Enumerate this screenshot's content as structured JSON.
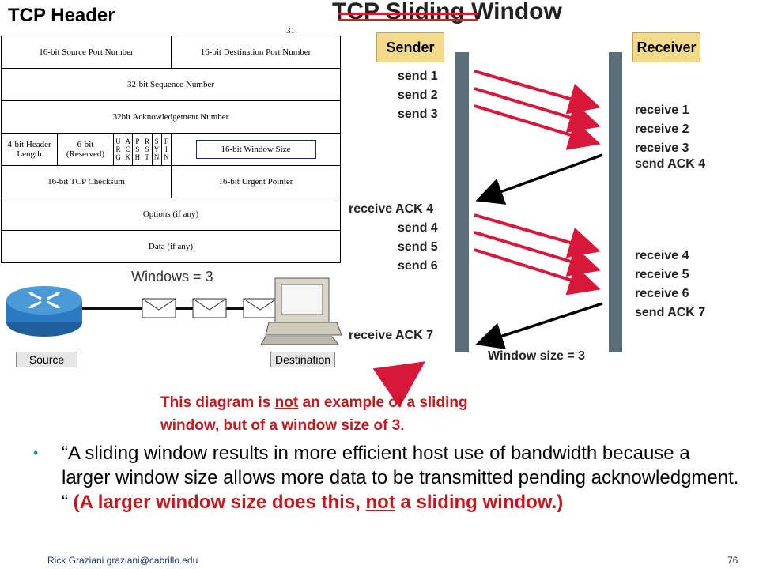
{
  "titles": {
    "left": "TCP Header",
    "right": "TCP Sliding Window"
  },
  "tcp_header": {
    "bit_numbers": [
      "31"
    ],
    "source_port": "16-bit Source Port Number",
    "dest_port": "16-bit Destination Port Number",
    "seq": "32-bit Sequence Number",
    "ack": "32bit Acknowledgement Number",
    "header_length_1": "4-bit Header",
    "header_length_2": "Length",
    "reserved_1": "6-bit",
    "reserved_2": "(Reserved)",
    "flags": [
      [
        "U",
        "R",
        "G"
      ],
      [
        "A",
        "C",
        "K"
      ],
      [
        "P",
        "S",
        "H"
      ],
      [
        "R",
        "S",
        "T"
      ],
      [
        "S",
        "Y",
        "N"
      ],
      [
        "F",
        "I",
        "N"
      ]
    ],
    "window_size": "16-bit Window Size",
    "checksum": "16-bit TCP Checksum",
    "urgent": "16-bit Urgent Pointer",
    "options": "Options (if any)",
    "data": "Data (if any)"
  },
  "network": {
    "windows_label": "Windows = 3",
    "source_label": "Source",
    "destination_label": "Destination"
  },
  "sliding": {
    "sender": "Sender",
    "receiver": "Receiver",
    "sender_labels": [
      "send 1",
      "send 2",
      "send 3",
      "receive ACK 4",
      "send 4",
      "send 5",
      "send 6",
      "receive ACK 7"
    ],
    "receiver_labels": [
      "receive 1",
      "receive 2",
      "receive 3",
      "send ACK 4",
      "receive 4",
      "receive 5",
      "receive 6",
      "send ACK 7"
    ],
    "window_size": "Window size = 3"
  },
  "note": {
    "line1_a": "This diagram is ",
    "line1_not": "not",
    "line1_b": " an example of a sliding",
    "line2": "window, but of a window size of 3."
  },
  "quote": {
    "bullet": "•",
    "text": "“A sliding window results in more efficient host use of bandwidth because a larger window size allows more data to be transmitted pending acknowledgment. “ ",
    "red_a": "(A larger window size does this, ",
    "red_not": "not",
    "red_b": " a sliding window.)"
  },
  "footer": {
    "author": "Rick Graziani  graziani@cabrillo.edu",
    "page": "76"
  },
  "colors": {
    "arrow_red": "#d8183a",
    "arrow_black": "#000000",
    "bar": "#5a6e78",
    "header_box": "#f2da8a",
    "note_red": "#c4181f"
  }
}
